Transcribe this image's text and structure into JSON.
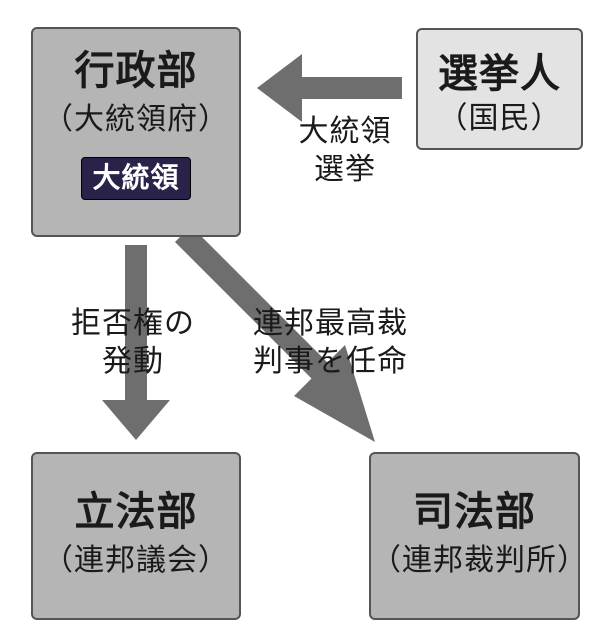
{
  "executive": {
    "title": "行政部",
    "subtitle": "（大統領府）",
    "badge": "大統領"
  },
  "voters": {
    "title": "選挙人",
    "subtitle": "（国民）"
  },
  "legislative": {
    "title": "立法部",
    "subtitle": "（連邦議会）"
  },
  "judicial": {
    "title": "司法部",
    "subtitle": "（連邦裁判所）"
  },
  "arrows": {
    "elect_label_line1": "大統領",
    "elect_label_line2": "選挙",
    "veto_label_line1": "拒否権の",
    "veto_label_line2": "発動",
    "appoint_label_line1": "連邦最高裁",
    "appoint_label_line2": "判事を任命"
  },
  "colors": {
    "branch_box": "#b5b5b5",
    "voters_box": "#e3e3e3",
    "arrow": "#6e6e6e",
    "badge": "#2a2248"
  }
}
